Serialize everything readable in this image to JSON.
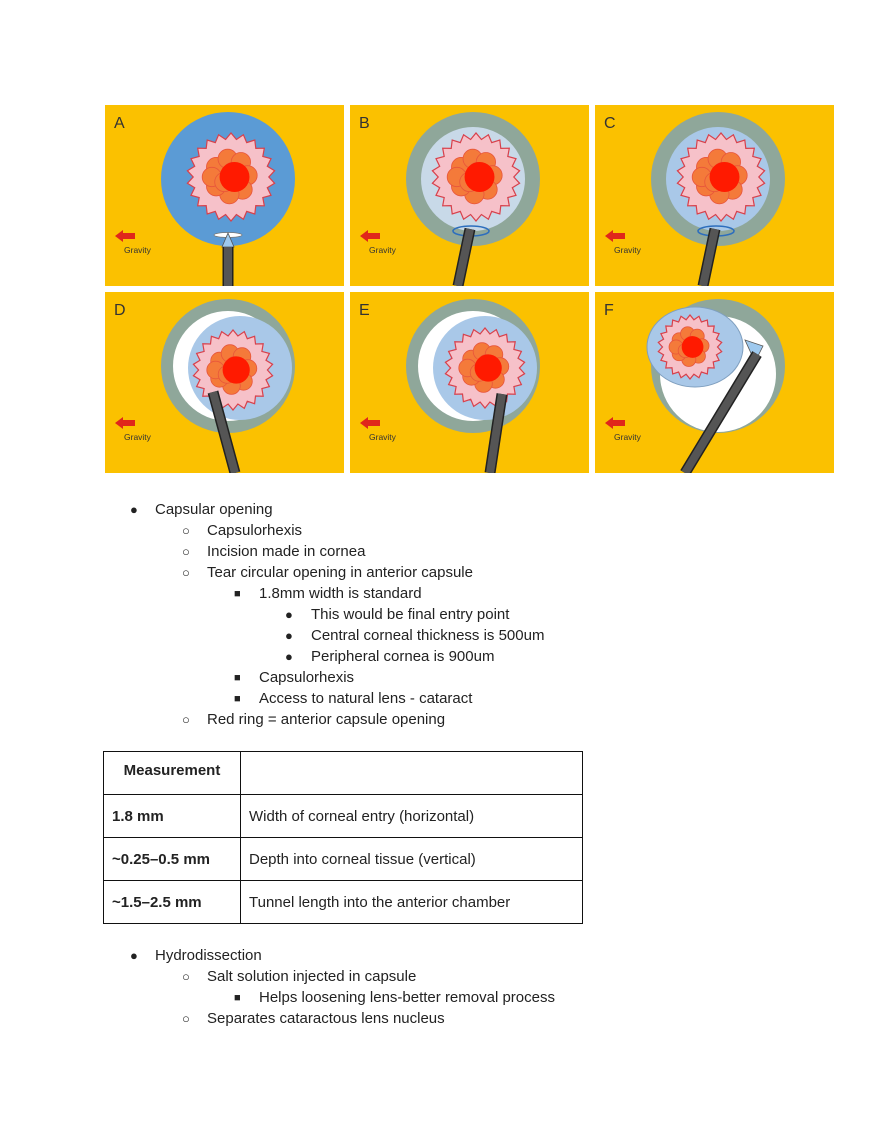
{
  "figure": {
    "panels": [
      {
        "letter": "A",
        "gravity_label": "Gravity"
      },
      {
        "letter": "B",
        "gravity_label": "Gravity"
      },
      {
        "letter": "C",
        "gravity_label": "Gravity"
      },
      {
        "letter": "D",
        "gravity_label": "Gravity"
      },
      {
        "letter": "E",
        "gravity_label": "Gravity"
      },
      {
        "letter": "F",
        "gravity_label": "Gravity"
      }
    ],
    "colors": {
      "background": "#fbc100",
      "cornea": "#5b9bd5",
      "lens_ring": "#d8404b",
      "lens_core": "#ff1a00",
      "lens_cells": "#f47a3a",
      "instrument": "#555555",
      "gravity_arrow": "#e0261b"
    }
  },
  "outline1": {
    "item": "Capsular opening",
    "sub": [
      "Capsulorhexis",
      "Incision made in cornea",
      "Tear circular opening in anterior capsule"
    ],
    "l3a": "1.8mm width is standard",
    "l4": [
      "This would be final entry point",
      "Central corneal thickness is 500um",
      "Peripheral cornea is 900um"
    ],
    "l3b": "Capsulorhexis",
    "l3c": "Access to natural lens - cataract",
    "sub_last": "Red ring = anterior capsule opening"
  },
  "table": {
    "header": [
      "Measurement",
      ""
    ],
    "rows": [
      [
        "1.8 mm",
        "Width of corneal entry (horizontal)"
      ],
      [
        "~0.25–0.5 mm",
        "Depth into corneal tissue (vertical)"
      ],
      [
        "~1.5–2.5 mm",
        "Tunnel length into the anterior chamber"
      ]
    ]
  },
  "outline2": {
    "item": "Hydrodissection",
    "sub1": "Salt solution injected in capsule",
    "l3": "Helps loosening lens-better removal process",
    "sub2": "Separates cataractous lens nucleus"
  },
  "markers": {
    "l1": "●",
    "l2": "○",
    "l3": "■",
    "l4": "●"
  }
}
